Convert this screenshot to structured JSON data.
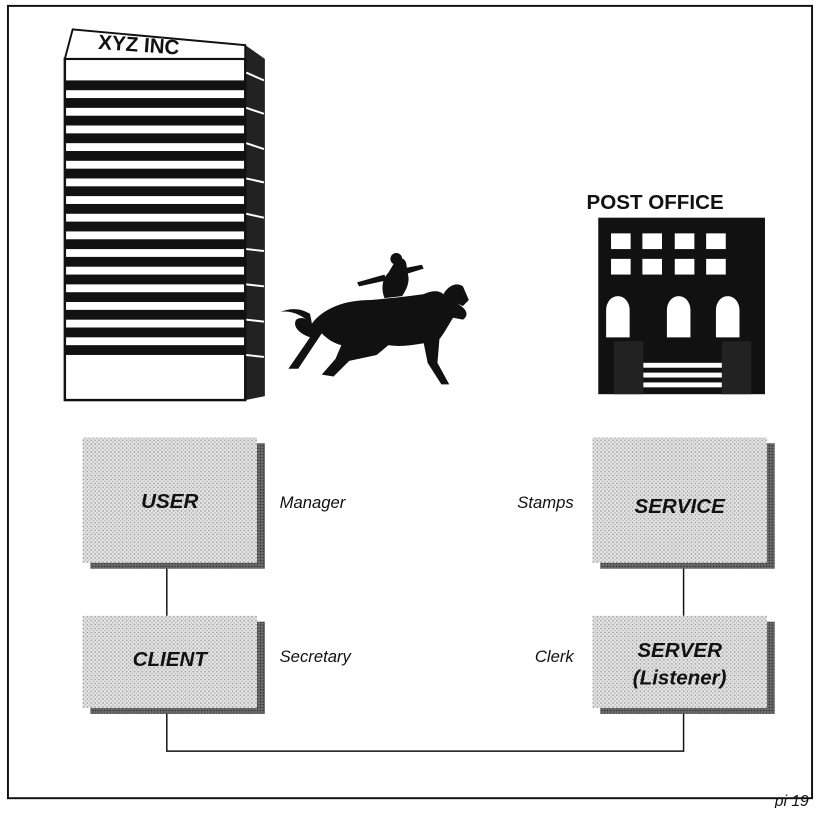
{
  "building": {
    "sign": "XYZ INC"
  },
  "post_office": {
    "sign": "POST OFFICE"
  },
  "left_boxes": {
    "top": {
      "label": "USER",
      "role": "Manager"
    },
    "bottom": {
      "label": "CLIENT",
      "role": "Secretary"
    }
  },
  "right_boxes": {
    "top": {
      "label": "SERVICE",
      "role": "Stamps"
    },
    "bottom": {
      "label_line1": "SERVER",
      "label_line2": "(Listener)",
      "role": "Clerk"
    }
  },
  "figure_ref": "pi 19",
  "icons": [
    "office-building-icon",
    "pony-express-rider-icon",
    "post-office-building-icon"
  ],
  "colors": {
    "ink": "#111111",
    "box_fill": "#d4d4d4",
    "shadow": "#555555"
  }
}
